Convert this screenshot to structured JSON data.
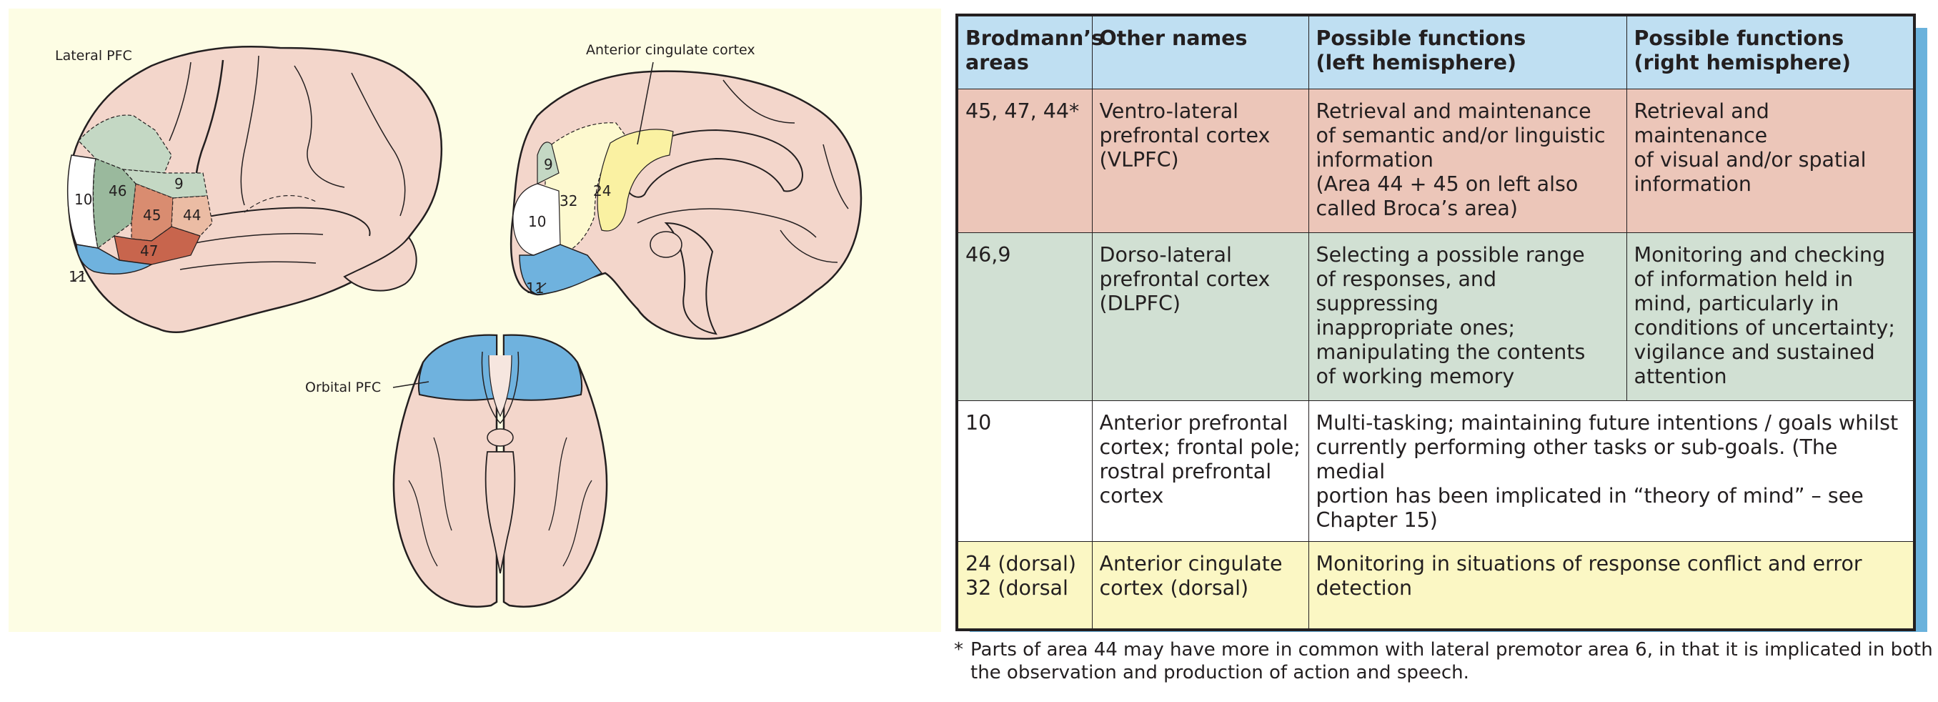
{
  "colors": {
    "page_bg": "#fdfde4",
    "brain_fill": "#f3d6cb",
    "brain_outline": "#231f20",
    "vlpfc": "#d98c70",
    "vlpfc_light": "#ebbca4",
    "area47": "#c8654d",
    "dlpfc": "#9ab99d",
    "dlpfc_light": "#c4d8c4",
    "anterior_pfc": "#ffffff",
    "orbital": "#6fb2de",
    "cingulate": "#faf1a2",
    "cingulate_light": "#fdf9cf",
    "header_bg": "#bfdff2",
    "shadow": "#6ab2dc"
  },
  "diagram": {
    "labels": {
      "lateral_pfc": "Lateral PFC",
      "anterior_cingulate": "Anterior cingulate cortex",
      "orbital_pfc": "Orbital PFC"
    },
    "lateral_areas": {
      "a10": "10",
      "a46": "46",
      "a9": "9",
      "a45": "45",
      "a44": "44",
      "a47": "47",
      "a11": "11"
    },
    "medial_areas": {
      "a9": "9",
      "a32": "32",
      "a24": "24",
      "a10": "10",
      "a11": "11"
    }
  },
  "table": {
    "headers": [
      "Brodmann’s\nareas",
      "Other names",
      "Possible functions\n(left hemisphere)",
      "Possible functions\n(right hemisphere)"
    ],
    "rows": [
      {
        "areas": "45, 47, 44*",
        "names": "Ventro-lateral\nprefrontal cortex\n(VLPFC)",
        "left": "Retrieval and maintenance\nof semantic and/or linguistic\ninformation\n(Area 44 + 45 on left also\ncalled Broca’s area)",
        "right": "Retrieval and maintenance\nof visual and/or spatial\ninformation"
      },
      {
        "areas": "46,9",
        "names": "Dorso-lateral\nprefrontal cortex\n(DLPFC)",
        "left": "Selecting a possible range\nof responses, and suppressing\ninappropriate ones;\nmanipulating the contents\nof working memory",
        "right": "Monitoring and checking\nof information held in\nmind, particularly in\nconditions of uncertainty;\nvigilance and sustained\nattention"
      },
      {
        "areas": "10",
        "names": "Anterior prefrontal\ncortex; frontal pole;\nrostral prefrontal\ncortex",
        "both": "Multi-tasking; maintaining future intentions / goals whilst\ncurrently performing other tasks or sub-goals. (The medial\nportion has been implicated in “theory of mind” – see\nChapter 15)"
      },
      {
        "areas": "24 (dorsal)\n32 (dorsal",
        "names": "Anterior cingulate\ncortex (dorsal)",
        "both": "Monitoring in situations of response conflict and error\ndetection"
      }
    ]
  },
  "footnote": {
    "mark": "*",
    "text": "Parts of area 44 may have more in common with lateral premotor area 6, in that it is implicated in both the observation and production of action and speech."
  }
}
